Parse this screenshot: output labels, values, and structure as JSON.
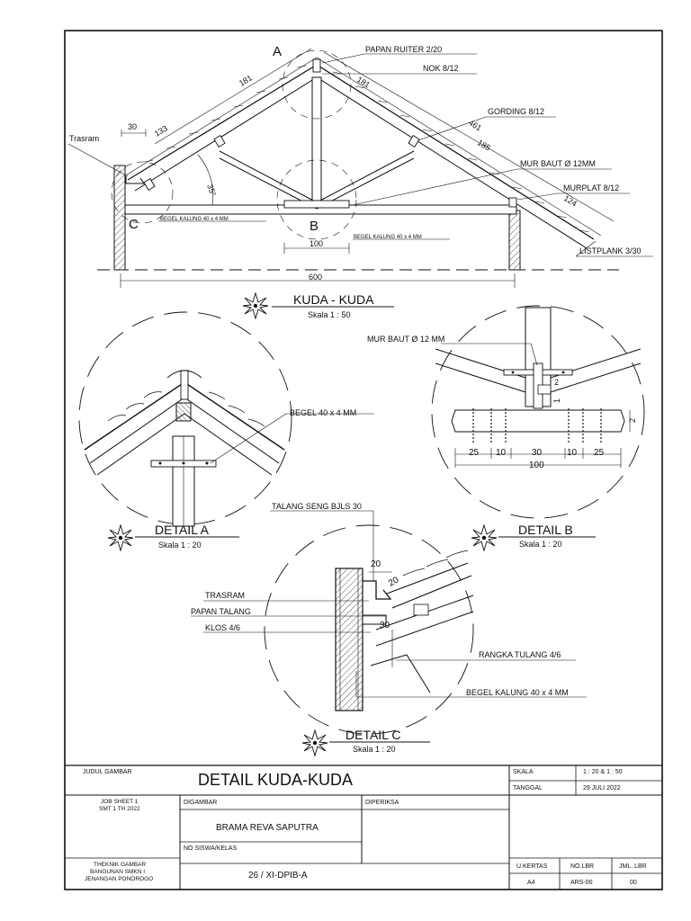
{
  "main": {
    "letter_a": "A",
    "letter_b": "B",
    "letter_c": "C",
    "papan_ruiter": "PAPAN RUITER 2/20",
    "nok": "NOK 8/12",
    "gording": "GORDING 8/12",
    "mur_baut": "MUR BAUT Ø 12MM",
    "murplat": "MURPLAT 8/12",
    "listplank": "LISTPLANK 3/30",
    "trasram": "Trasram",
    "begel_kalung_left": "BEGEL KALUNG 40 x 4 MM",
    "begel_kalung_right": "BEGEL KALUNG 40 x 4 MM",
    "dim_30": "30",
    "dim_133": "133",
    "dim_181_left": "181",
    "dim_181_right": "181",
    "dim_461": "461",
    "dim_185": "185",
    "dim_124": "124",
    "dim_35": "35°",
    "dim_100": "100",
    "dim_600": "600",
    "title": "KUDA - KUDA",
    "scale": "Skala 1 : 50"
  },
  "detail_a": {
    "begel": "BEGEL 40 x 4 MM",
    "title": "DETAIL A",
    "scale": "Skala 1 : 20"
  },
  "detail_b": {
    "mur_baut": "MUR BAUT Ø 12 MM",
    "dim_2a": "2",
    "dim_1": "1",
    "dim_2b": "2",
    "dim_25a": "25",
    "dim_10a": "10",
    "dim_30": "30",
    "dim_10b": "10",
    "dim_25b": "25",
    "dim_100": "100",
    "title": "DETAIL B",
    "scale": "Skala 1 : 20"
  },
  "detail_c": {
    "talang": "TALANG SENG BJLS 30",
    "trasram": "TRASRAM",
    "papan_talang": "PAPAN TALANG",
    "klos": "KLOS 4/6",
    "rangka": "RANGKA TULANG 4/6",
    "begel_kalung": "BEGEL KALUNG 40 x 4 MM",
    "dim_20a": "20",
    "dim_20b": "20",
    "dim_30": "30",
    "title": "DETAIL C",
    "scale": "Skala 1 : 20"
  },
  "title_block": {
    "judul_label": "JUDUL GAMBAR",
    "judul": "DETAIL KUDA-KUDA",
    "skala_label": "SKALA",
    "skala_value": "1 : 20 & 1 : 50",
    "tanggal_label": "TANGGAL",
    "tanggal_value": "29 JULI 2022",
    "job_sheet_1": "JOB SHEET 1",
    "job_sheet_2": "SMT 1 TH 2022",
    "digambar_label": "DIGAMBAR",
    "diperiksa_label": "DIPERIKSA",
    "digambar_name": "BRAMA REVA SAPUTRA",
    "no_siswa_label": "NO SISWA/KELAS",
    "no_siswa_value": "26 / XI-DPIB-A",
    "school_1": "THEKNIK GAMBAR",
    "school_2": "BANGUNAN SMKN I",
    "school_3": "JENANGAN PONOROGO",
    "u_kertas_label": "U.KERTAS",
    "u_kertas_value": "A4",
    "no_lbr_label": "NO.LBR",
    "no_lbr_value": "ARS-00",
    "jml_lbr_label": "JML. LBR",
    "jml_lbr_value": "00"
  }
}
